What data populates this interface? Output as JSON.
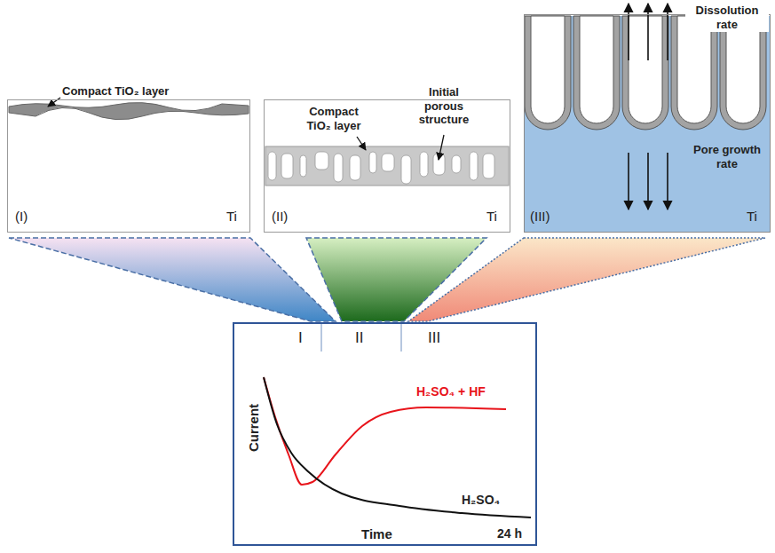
{
  "diagram": {
    "nodes": [
      {
        "text": [
          "(I)",
          "Ti"
        ]
      },
      {
        "text": [
          "(II)",
          "Ti"
        ]
      },
      {
        "text": [
          "(III)",
          "Ti"
        ]
      },
      {
        "text": [
          "I",
          "II",
          "III",
          "H₂SO₄ + HF",
          "H₂SO₄",
          "Current",
          "Time",
          "24 h"
        ]
      }
    ],
    "labels": [
      "Compact TiO₂ layer",
      "Compact TiO₂ layer",
      "Initial porous structure",
      "Dissolution rate",
      "Pore growth rate"
    ]
  }
}
